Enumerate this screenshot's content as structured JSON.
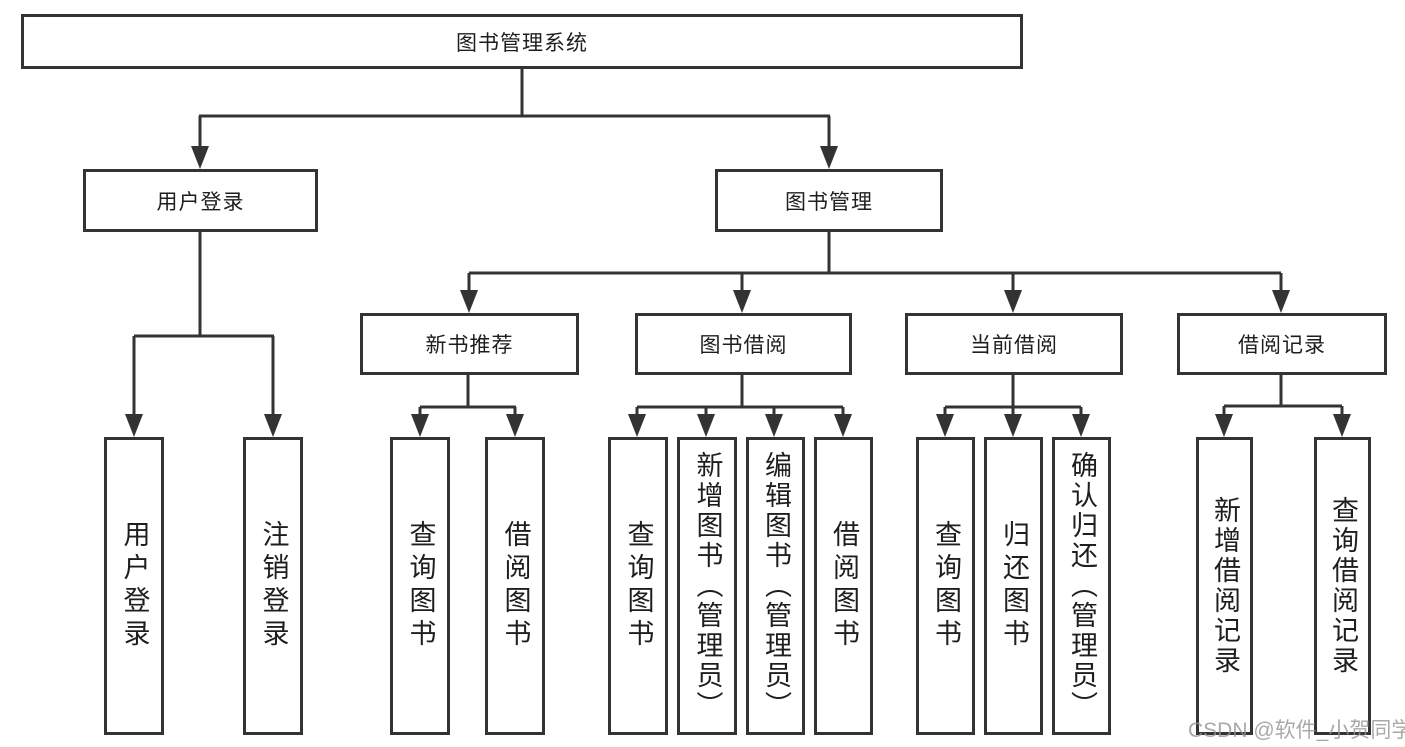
{
  "tree": {
    "root": {
      "label": "图书管理系统"
    },
    "level2": [
      {
        "label": "用户登录",
        "leaves": [
          "用户登录",
          "注销登录"
        ]
      },
      {
        "label": "图书管理",
        "modules": [
          {
            "label": "新书推荐",
            "leaves": [
              "查询图书",
              "借阅图书"
            ]
          },
          {
            "label": "图书借阅",
            "leaves": [
              "查询图书",
              "新增图书（管理员）",
              "编辑图书（管理员）",
              "借阅图书"
            ]
          },
          {
            "label": "当前借阅",
            "leaves": [
              "查询图书",
              "归还图书",
              "确认归还（管理员）"
            ]
          },
          {
            "label": "借阅记录",
            "leaves": [
              "新增借阅记录",
              "查询借阅记录"
            ]
          }
        ]
      }
    ]
  },
  "page": {
    "watermark": "CSDN @软件_小贺同学"
  },
  "colors": {
    "line": "#333333",
    "box_fill": "#ffffff",
    "text": "#1e1e1e",
    "watermark": "#b4b4b4"
  }
}
